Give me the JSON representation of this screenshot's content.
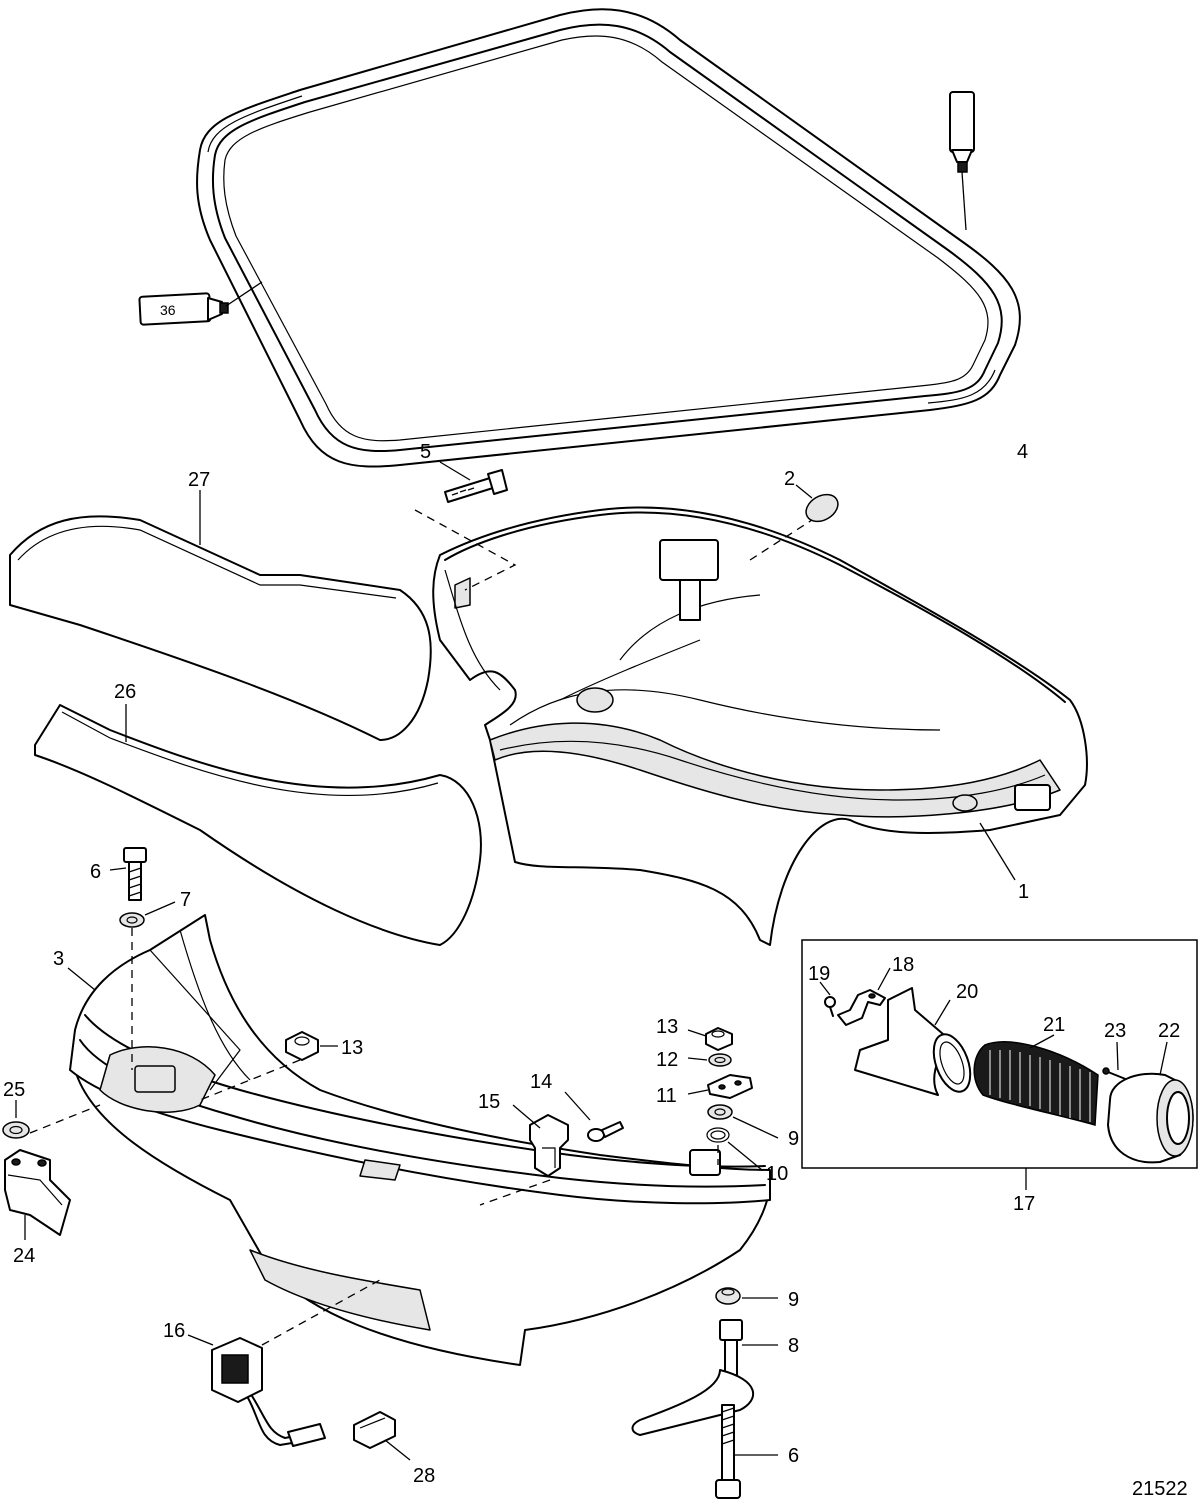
{
  "callouts": {
    "c1": "1",
    "c2": "2",
    "c3": "3",
    "c4": "4",
    "c5": "5",
    "c6a": "6",
    "c6b": "6",
    "c7": "7",
    "c8": "8",
    "c9a": "9",
    "c9b": "9",
    "c10": "10",
    "c11": "11",
    "c12": "12",
    "c13a": "13",
    "c13b": "13",
    "c14": "14",
    "c15": "15",
    "c16": "16",
    "c17": "17",
    "c18": "18",
    "c19": "19",
    "c20": "20",
    "c21": "21",
    "c22": "22",
    "c23": "23",
    "c24": "24",
    "c25": "25",
    "c26": "26",
    "c27": "27",
    "c28": "28"
  },
  "sealant_tube_label": "36",
  "figure_number": "21522"
}
